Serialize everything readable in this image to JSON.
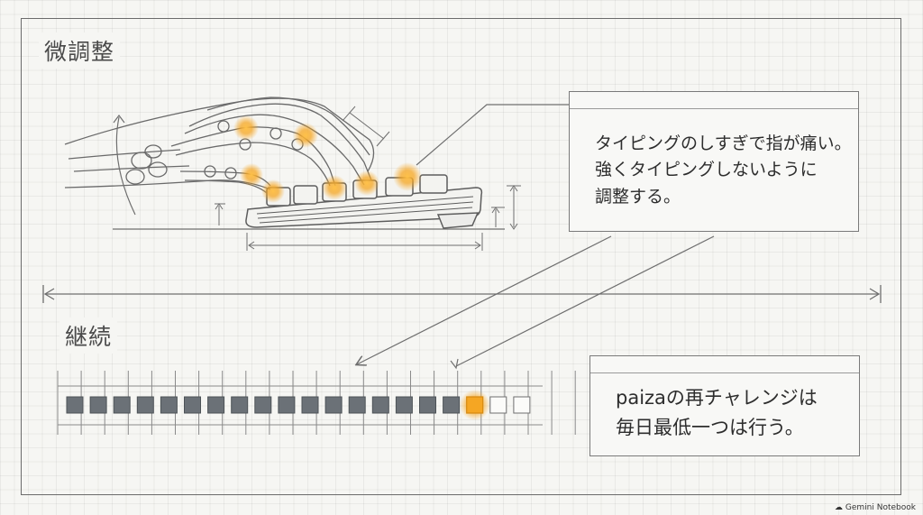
{
  "sections": {
    "fine_tune_title": "微調整",
    "continue_title": "継続"
  },
  "note_typing": {
    "lines": [
      "タイピングのしすぎで指が痛い。",
      "強くタイピングしないように",
      "調整する。"
    ]
  },
  "note_paiza": {
    "lines": [
      "paizaの再チャレンジは",
      "毎日最低一つは行う。"
    ]
  },
  "progress": {
    "total_days": 20,
    "completed_days": 17,
    "current_day": 18
  },
  "colors": {
    "highlight": "#f5a623",
    "square_filled": "#6b7177",
    "line": "#6f6f6f"
  },
  "credit": {
    "icon": "gemini-notebook-icon",
    "label": "Gemini Notebook"
  }
}
